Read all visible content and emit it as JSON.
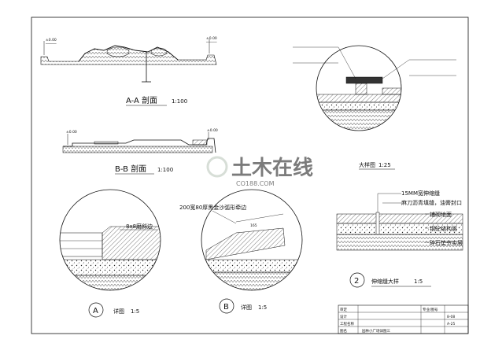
{
  "sections": {
    "aa_title": "A-A 剖面",
    "aa_scale": "1:100",
    "bb_title": "B-B 剖面",
    "bb_scale": "1:100"
  },
  "detail_large": {
    "title": "大样图",
    "scale": "1:25"
  },
  "detail_a": {
    "marker": "A",
    "title": "详图",
    "scale": "1:5",
    "note_1": "8x8磨斜边"
  },
  "detail_b": {
    "marker": "B",
    "title": "详图",
    "scale": "1:5",
    "note_top": "200宽80厚黑金沙弧形牵边",
    "dim": "165"
  },
  "expansion_joint": {
    "marker": "2",
    "title": "伸缩缝大样",
    "scale": "1:5",
    "notes": [
      "15MM宽伸缩缝",
      "麻刀沥青填缝，油膏封口",
      "铺砌地面",
      "钢砼结构层",
      "碎石垫夯实层"
    ]
  },
  "watermark": {
    "brand": "土木在线",
    "domain": "CO188.COM"
  },
  "title_block": {
    "drawing_name": "园林小广场详图三",
    "labels": [
      "审定",
      "设计",
      "工程名称",
      "图名"
    ],
    "sheet_label": "专业/图号",
    "sheet_no_1": "8-08",
    "sheet_no_2": "A-25"
  },
  "colors": {
    "line": "#111111",
    "watermark": "#cfd8cf"
  }
}
